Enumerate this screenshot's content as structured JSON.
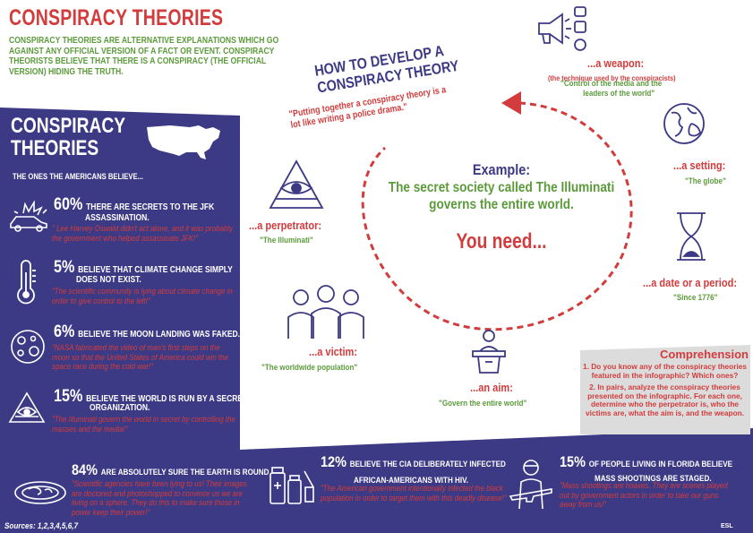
{
  "header": {
    "title": "CONSPIRACY THEORIES",
    "intro": "Conspiracy theories are alternative explanations which go against any official version of a fact or event. Conspiracy theorists believe that there is a conspiracy (the official version) hiding the truth."
  },
  "panel": {
    "title_line1": "CONSPIRACY",
    "title_line2": "THEORIES",
    "subtitle": "The ones the Americans believe...",
    "stats": [
      {
        "pct": "60%",
        "text_line1": "There are secrets to the JFK",
        "text_line2": "assassination.",
        "quote": "\" Lee Harvey Oswald didn't act alone, and it was probably the government who helped assassinate JFK!\"",
        "icon": "explosion-car-icon"
      },
      {
        "pct": "5%",
        "text_line1": "Believe that climate change simply",
        "text_line2": "does not exist.",
        "quote": "\"The scientific community is lying about climate change in order to give control to the left!\"",
        "icon": "thermometer-icon"
      },
      {
        "pct": "6%",
        "text_line1": "Believe the moon landing was faked.",
        "text_line2": "",
        "quote": "\"NASA fabricated the video of man's first steps on the moon so that the United States of America could win the space race during the cold war!\"",
        "icon": "moon-icon"
      },
      {
        "pct": "15%",
        "text_line1": "Believe the world is run by a secret",
        "text_line2": "organization.",
        "quote": "\"The Illuminati govern the world in secret by controlling the masses and the media!\"",
        "icon": "illuminati-eye-icon"
      }
    ]
  },
  "diagram": {
    "how_title_line1": "HOW TO DEVELOP A",
    "how_title_line2": "CONSPIRACY THEORY",
    "how_quote_line1": "\"Putting together a conspiracy theory is a",
    "how_quote_line2": "lot like writing a police drama.\"",
    "example_label": "Example:",
    "example_line1": "The secret society called The Illuminati",
    "example_line2": "governs the entire world.",
    "you_need": "You need...",
    "elements": {
      "weapon": {
        "head": "...a weapon:",
        "note": "(the technique used by the conspiracists)",
        "sub_line1": "\"Control of the media and the",
        "sub_line2": "leaders of the world\""
      },
      "setting": {
        "head": "...a setting:",
        "sub": "\"The globe\""
      },
      "date": {
        "head": "...a date or a period:",
        "sub": "\"Since 1776\""
      },
      "aim": {
        "head": "...an aim:",
        "sub": "\"Govern the entire world\""
      },
      "victim": {
        "head": "...a victim:",
        "sub": "\"The worldwide population\""
      },
      "perpetrator": {
        "head": "...a perpetrator:",
        "sub": "\"The Illuminati\""
      }
    }
  },
  "comprehension": {
    "title": "Comprehension",
    "q1": "1. Do you know any of the conspiracy theories featured in the infographic? Which ones?",
    "q2": "2. In pairs, analyze the conspiracy theories presented on the infographic. For each one, determine who the perpetrator is, who the victims are, what the aim is, and the weapon."
  },
  "bottom_stats": [
    {
      "pct": "84%",
      "text_line1": "are absolutely sure the earth is round",
      "text_line2": "",
      "quote": "\"Scientific agencies have been lying to us! Their images are doctored and photoshopped to convince us we are living on a sphere. They do this to make sure those in power keep their power!\"",
      "icon": "flat-earth-icon"
    },
    {
      "pct": "12%",
      "text_line1": "Believe the CIA deliberately infected",
      "text_line2": "African-Americans with HIV.",
      "quote": "\"The American government intentionally infected the black population in order to target them with this deadly disease!\"",
      "icon": "medicine-bottles-icon"
    },
    {
      "pct": "15%",
      "text_line1": "of people living in Florida believe",
      "text_line2": "mass shootings are staged.",
      "quote": "\"Mass shootings are hoaxes. They are scenes played out by government actors in order to take our guns away from us!\"",
      "icon": "gunman-icon"
    }
  ],
  "footer": {
    "sources": "Sources: 1,2,3,4,5,6,7",
    "credit": "ESL"
  },
  "colors": {
    "purple": "#3d3a85",
    "red": "#d23c3c",
    "green": "#5b9b3a",
    "grey": "#dcdcdc"
  }
}
